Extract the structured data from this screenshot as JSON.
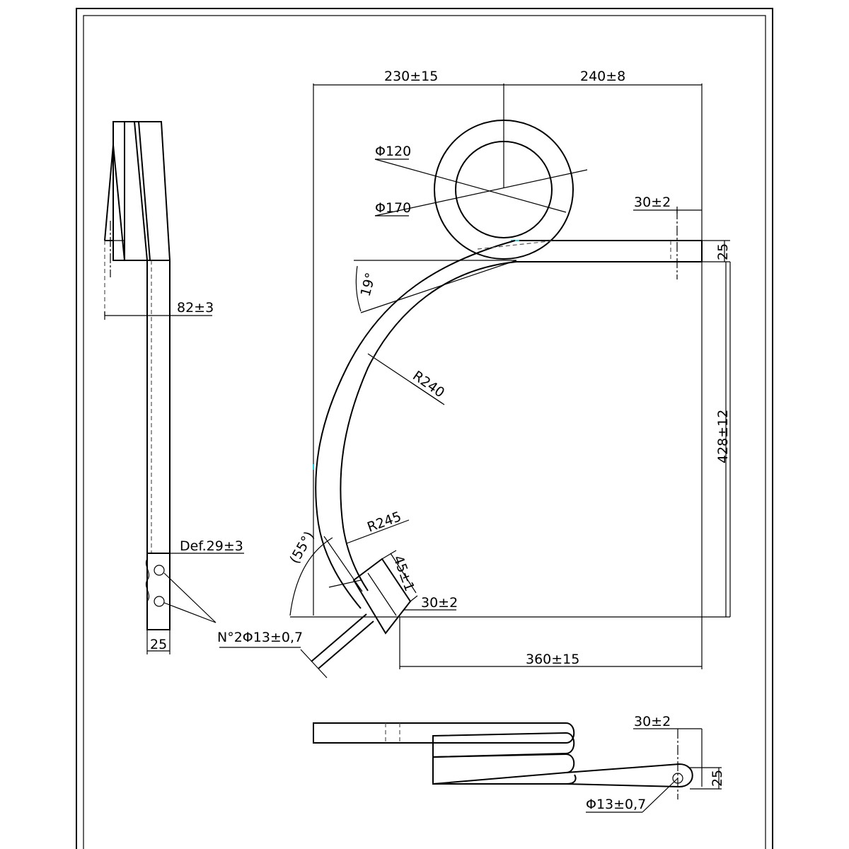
{
  "dimensions": {
    "top_left": "230±15",
    "top_right": "240±8",
    "coil_inner_dia": "Φ120",
    "coil_outer_dia": "Φ170",
    "arm_offset_top": "30±2",
    "arm_width_top": "25",
    "angle_top": "19°",
    "radius_upper": "R240",
    "height": "428±12",
    "radius_lower": "R245",
    "angle_lower": "(55°)",
    "tip_width": "45±1",
    "tip_offset": "30±2",
    "bottom_length": "360±15",
    "holes": "N°2Φ13±0,7",
    "side_width": "82±3",
    "deflection": "Def.29±3",
    "side_tip_width": "25",
    "bottom_view_offset": "30±2",
    "bottom_view_arm_width": "25",
    "bottom_view_hole": "Φ13±0,7"
  }
}
